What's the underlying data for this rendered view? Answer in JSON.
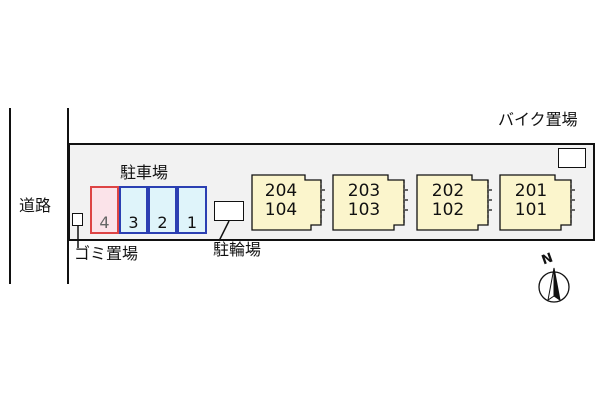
{
  "labels": {
    "road": "道路",
    "parking": "駐車場",
    "bicycle_parking": "駐輪場",
    "garbage": "ゴミ置場",
    "bike_parking": "バイク置場",
    "north": "N"
  },
  "parking_spaces": [
    {
      "number": "4",
      "status": "reserved",
      "color": "#d44"
    },
    {
      "number": "3",
      "status": "available",
      "color": "#2b3fb2"
    },
    {
      "number": "2",
      "status": "available",
      "color": "#2b3fb2"
    },
    {
      "number": "1",
      "status": "available",
      "color": "#2b3fb2"
    }
  ],
  "units": [
    {
      "upper": "204",
      "lower": "104"
    },
    {
      "upper": "203",
      "lower": "103"
    },
    {
      "upper": "202",
      "lower": "102"
    },
    {
      "upper": "201",
      "lower": "101"
    }
  ],
  "colors": {
    "unit_fill": "#fbf5cc",
    "lot_fill": "#f2f2f2",
    "outline": "#111111"
  },
  "icons": {
    "compass": "north-arrow-icon"
  }
}
